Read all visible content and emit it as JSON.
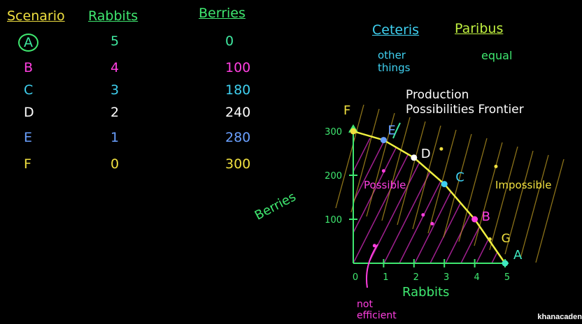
{
  "table": {
    "headers": [
      "Scenario",
      "Rabbits",
      "Berries"
    ],
    "rows": [
      {
        "scenario": "A",
        "rabbits": "5",
        "berries": "0",
        "color": "#3fe8a0"
      },
      {
        "scenario": "B",
        "rabbits": "4",
        "berries": "100",
        "color": "#ff3fe0"
      },
      {
        "scenario": "C",
        "rabbits": "3",
        "berries": "180",
        "color": "#3fd0f0"
      },
      {
        "scenario": "D",
        "rabbits": "2",
        "berries": "240",
        "color": "#ffffff"
      },
      {
        "scenario": "E",
        "rabbits": "1",
        "berries": "280",
        "color": "#6aa0ff"
      },
      {
        "scenario": "F",
        "rabbits": "0",
        "berries": "300",
        "color": "#f0e040"
      }
    ]
  },
  "notes": {
    "ceteris": "Ceteris",
    "paribus": "Paribus",
    "other_things": "other things",
    "equal": "equal"
  },
  "chart_data": {
    "type": "line",
    "title": "Production Possibilities Frontier",
    "xlabel": "Rabbits",
    "ylabel": "Berries",
    "xlim": [
      0,
      5
    ],
    "ylim": [
      0,
      300
    ],
    "xticks": [
      "0",
      "1",
      "2",
      "3",
      "4",
      "5"
    ],
    "yticks": [
      "100",
      "200",
      "300"
    ],
    "points": [
      {
        "label": "A",
        "x": 5,
        "y": 0,
        "color": "#3fe8c0"
      },
      {
        "label": "B",
        "x": 4,
        "y": 100,
        "color": "#ff3fe0"
      },
      {
        "label": "C",
        "x": 3,
        "y": 180,
        "color": "#3fd0f0"
      },
      {
        "label": "D",
        "x": 2,
        "y": 240,
        "color": "#ffffff"
      },
      {
        "label": "E",
        "x": 1,
        "y": 280,
        "color": "#6aa0ff"
      },
      {
        "label": "F",
        "x": 0,
        "y": 300,
        "color": "#f0e040"
      }
    ],
    "extra_point": {
      "label": "G",
      "x": 4.6,
      "y": 60
    },
    "annotations": {
      "possible": "Possible",
      "impossible": "Impossible",
      "not_efficient": "not efficient"
    }
  },
  "watermark": "khanacaden"
}
